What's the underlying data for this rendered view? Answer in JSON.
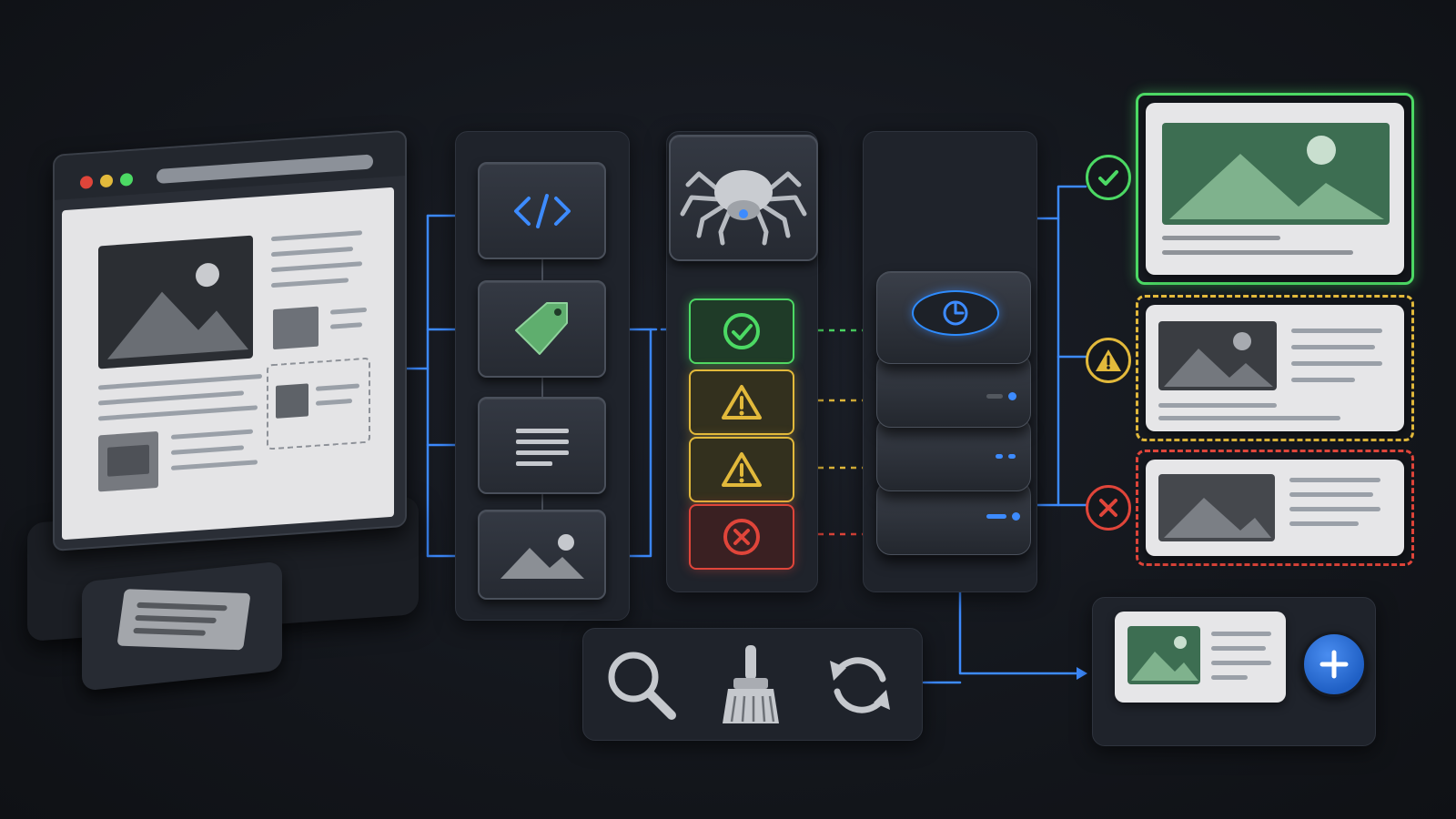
{
  "diagram": {
    "colors": {
      "connector": "#3d8bff",
      "ok": "#4cd964",
      "warning": "#e2b93b",
      "error": "#e0453a",
      "card": "#e6e6e8",
      "panel": "#1f232b"
    },
    "source_page": {
      "icon": "browser-window-icon",
      "traffic_lights": [
        "#e0453a",
        "#e2b93b",
        "#4cd964"
      ]
    },
    "extracted_elements": [
      "code-icon",
      "tag-icon",
      "text-lines-icon",
      "image-icon"
    ],
    "crawler": {
      "icon": "spider-icon"
    },
    "validation_results": [
      {
        "status": "ok",
        "icon": "check-circle-icon"
      },
      {
        "status": "warning",
        "icon": "warning-triangle-icon"
      },
      {
        "status": "warning",
        "icon": "warning-triangle-icon"
      },
      {
        "status": "error",
        "icon": "x-circle-icon"
      }
    ],
    "storage": {
      "icon": "server-stack-icon",
      "units": 4
    },
    "outputs": [
      {
        "status": "ok",
        "icon": "check-circle-icon"
      },
      {
        "status": "warning",
        "icon": "warning-triangle-icon"
      },
      {
        "status": "error",
        "icon": "x-circle-icon"
      }
    ],
    "tools": [
      "search-icon",
      "broom-icon",
      "refresh-icon"
    ],
    "final_output": {
      "icon": "add-circle-icon"
    }
  }
}
